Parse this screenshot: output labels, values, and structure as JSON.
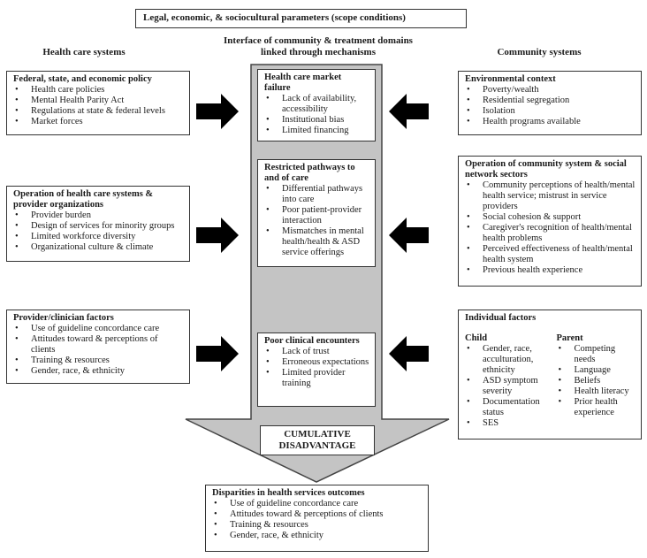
{
  "scope_conditions": "Legal, economic, & sociocultural parameters (scope conditions)",
  "headers": {
    "left": "Health care systems",
    "center_line1": "Interface of community & treatment domains",
    "center_line2": "linked through mechanisms",
    "right": "Community systems"
  },
  "health_care_systems": [
    {
      "title": "Federal, state, and economic policy",
      "items": [
        "Health care policies",
        "Mental Health Parity Act",
        "Regulations at state & federal levels",
        "Market forces"
      ]
    },
    {
      "title": "Operation of health care systems & provider organizations",
      "items": [
        "Provider burden",
        "Design of services for minority groups",
        "Limited workforce diversity",
        "Organizational culture & climate"
      ]
    },
    {
      "title": "Provider/clinician factors",
      "items": [
        "Use of guideline concordance care",
        "Attitudes toward & perceptions of clients",
        "Training & resources",
        "Gender, race, & ethnicity"
      ]
    }
  ],
  "mechanisms": [
    {
      "title": "Health care market failure",
      "items": [
        "Lack of availability, accessibility",
        "Institutional bias",
        "Limited financing"
      ]
    },
    {
      "title": "Restricted pathways to and of care",
      "items": [
        "Differential pathways into care",
        "Poor patient-provider interaction",
        "Mismatches in mental health/health & ASD service offerings"
      ]
    },
    {
      "title": "Poor clinical encounters",
      "items": [
        "Lack of trust",
        "Erroneous expectations",
        "Limited provider training"
      ]
    }
  ],
  "community_systems": {
    "environmental": {
      "title": "Environmental context",
      "items": [
        "Poverty/wealth",
        "Residential segregation",
        "Isolation",
        "Health programs available"
      ]
    },
    "operation": {
      "title": "Operation of community system & social network sectors",
      "items": [
        "Community perceptions of health/mental health service; mistrust in service providers",
        "Social cohesion & support",
        "Caregiver's recognition of health/mental health problems",
        "Perceived effectiveness of health/mental health system",
        "Previous health experience"
      ]
    },
    "individual": {
      "title": "Individual factors",
      "child_title": "Child",
      "child_items": [
        "Gender, race, acculturation, ethnicity",
        "ASD symptom severity",
        "Documentation status",
        "SES"
      ],
      "parent_title": "Parent",
      "parent_items": [
        "Competing needs",
        "Language",
        "Beliefs",
        "Health literacy",
        "Prior health experience"
      ]
    }
  },
  "cumulative": {
    "line1": "CUMULATIVE",
    "line2": "DISADVANTAGE"
  },
  "outcomes": {
    "title": "Disparities in health services outcomes",
    "items": [
      "Use of guideline concordance care",
      "Attitudes toward & perceptions of clients",
      "Training & resources",
      "Gender, race, & ethnicity"
    ]
  },
  "colors": {
    "arrow_gray": "#c4c4c4",
    "arrow_black": "#000000",
    "border": "#333333"
  }
}
